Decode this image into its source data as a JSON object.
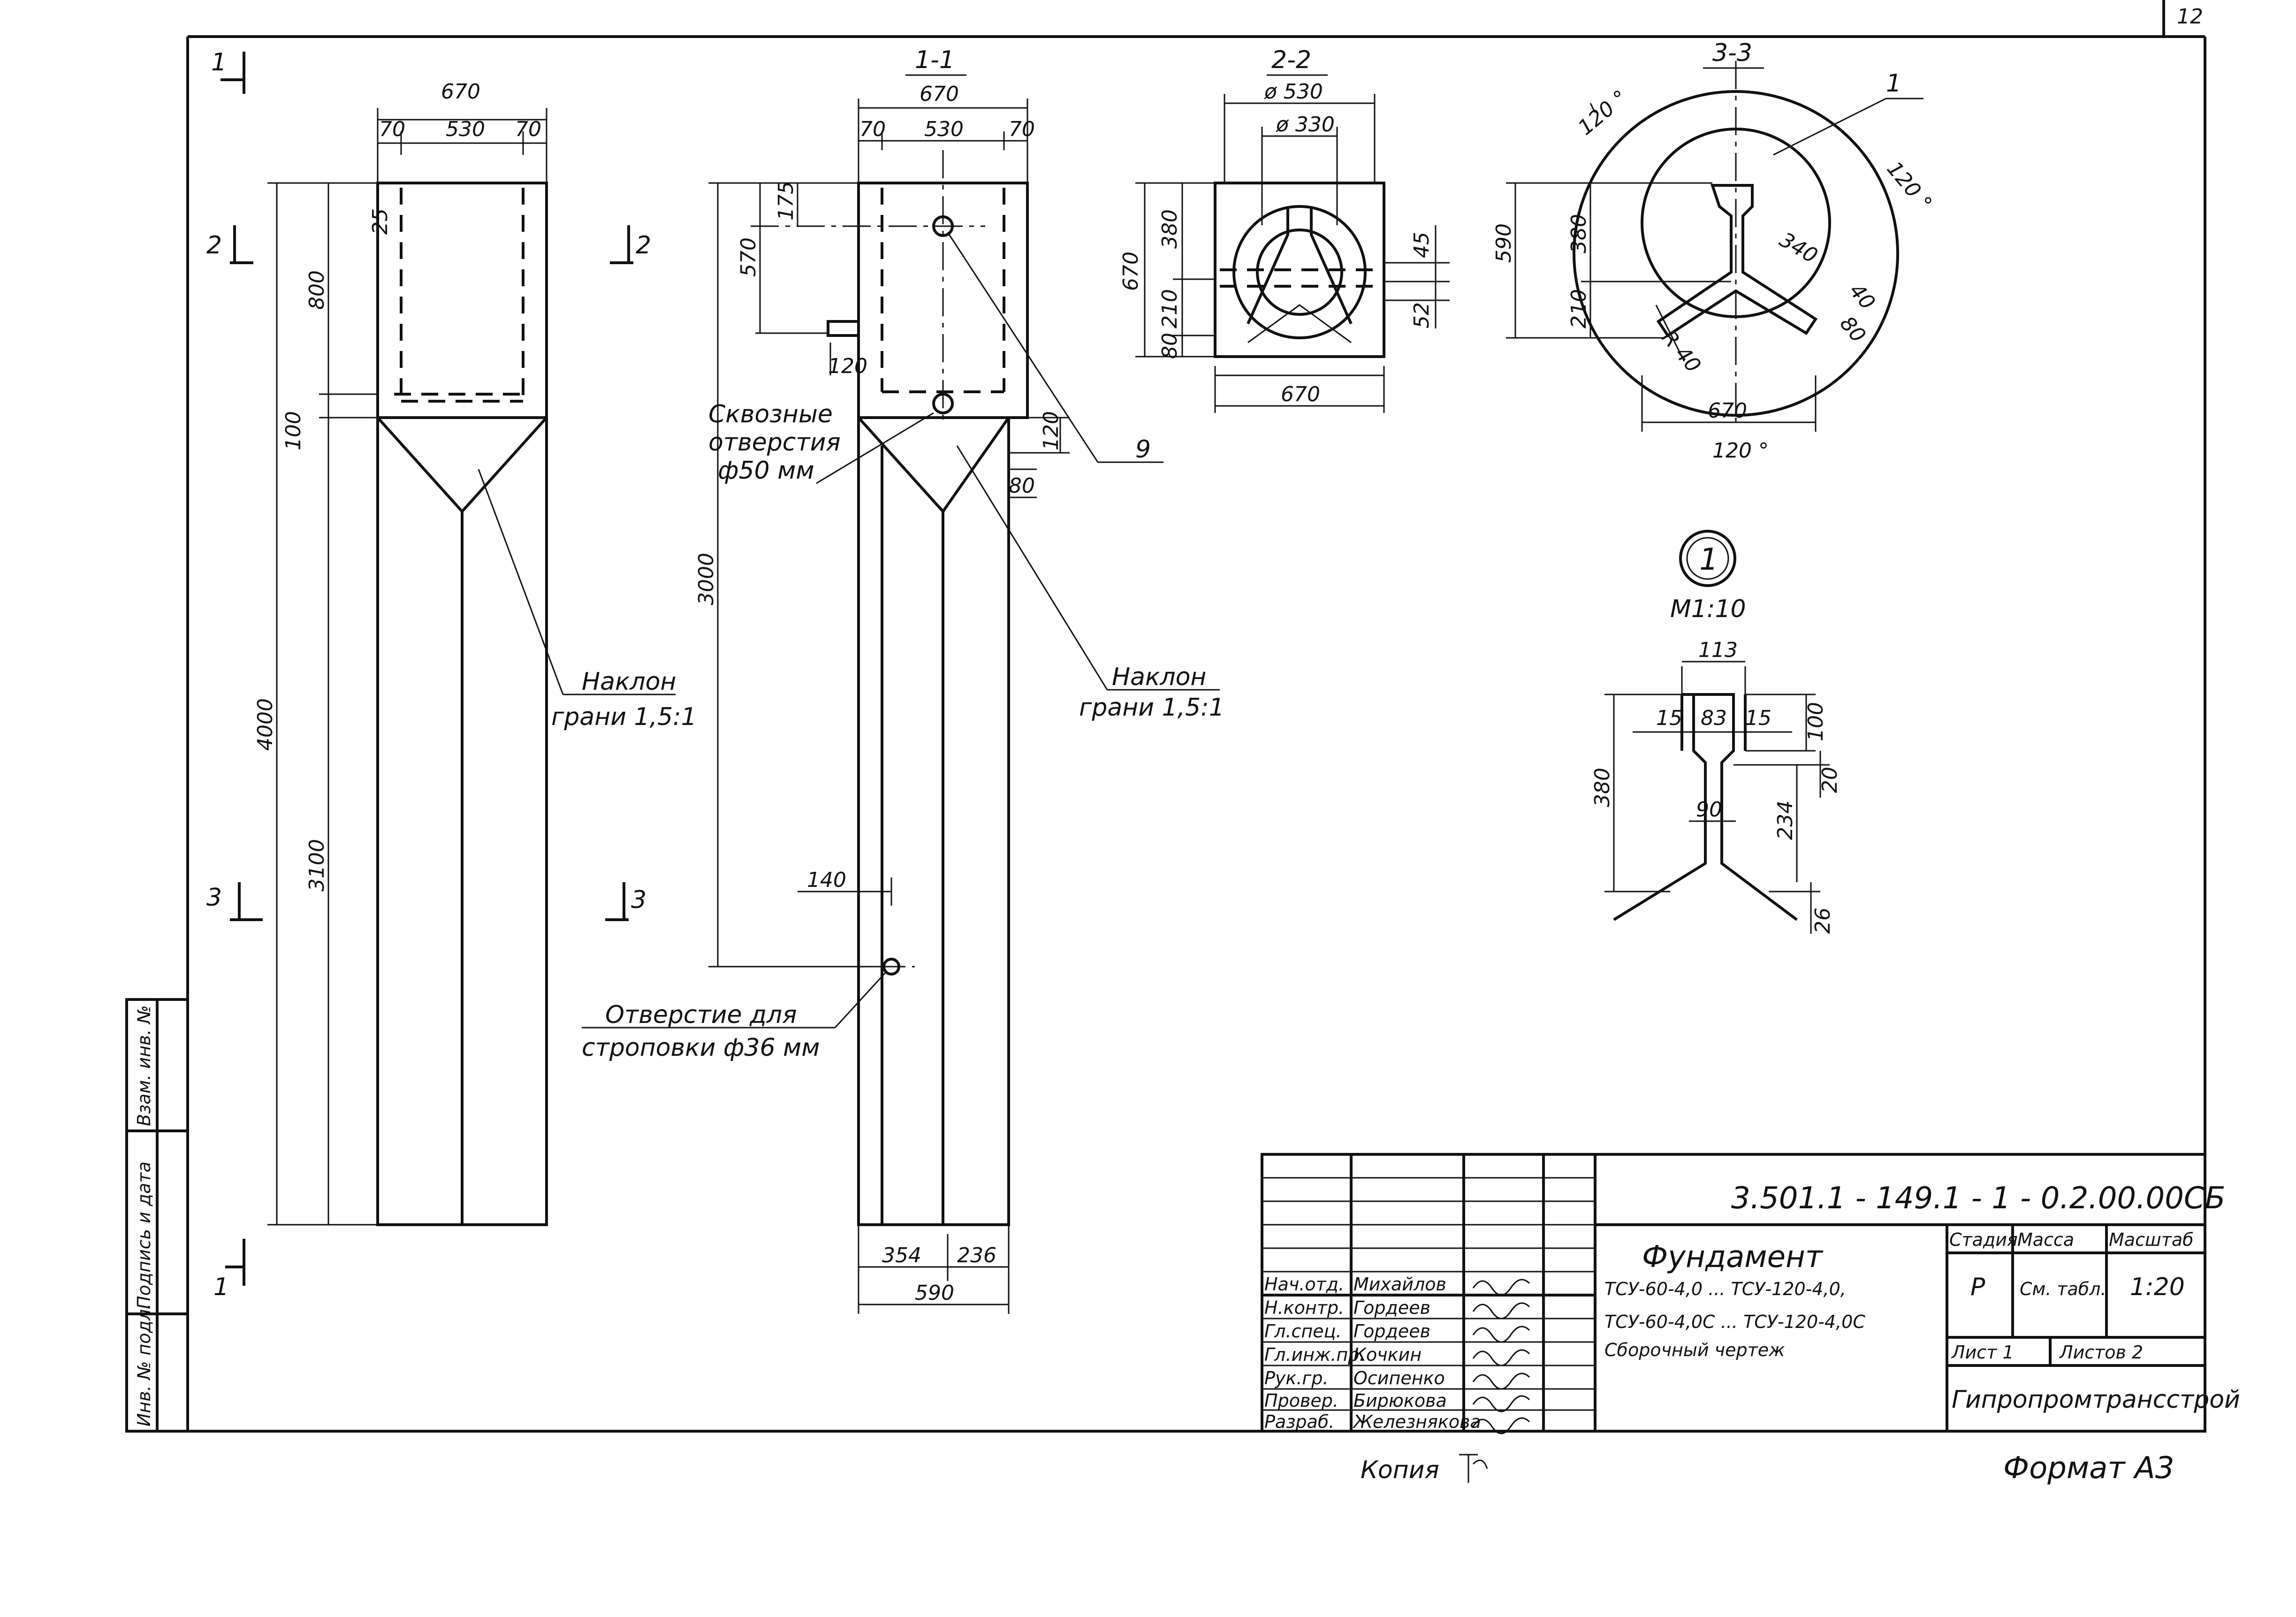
{
  "sheet_number": "12",
  "left_strip": [
    "Инв. № подл.",
    "Подпись и дата",
    "Взам. инв. №"
  ],
  "elevation": {
    "dims": {
      "width": "670",
      "inner": "530",
      "side_l": "70",
      "side_r": "70",
      "top_gap": "25",
      "h800": "800",
      "h100": "100",
      "h4000": "4000",
      "h3100": "3100"
    },
    "cut_markers": {
      "c1": "1",
      "c2": "2",
      "c3": "3",
      "c1b": "1"
    },
    "note": [
      "Наклон",
      "грани 1,5:1"
    ]
  },
  "section_1_1": {
    "title": "1-1",
    "dims": {
      "width": "670",
      "inner": "530",
      "side_l": "70",
      "side_r": "70",
      "d175": "175",
      "d570": "570",
      "d120": "120",
      "d3000": "3000",
      "r120": "120",
      "r80": "80",
      "d140": "140",
      "b354": "354",
      "b236": "236",
      "b590": "590"
    },
    "markers": {
      "c2": "2",
      "c3": "3"
    },
    "note_holes": [
      "Сквозные",
      "отверстия",
      "ф50 мм"
    ],
    "note_slope": [
      "Наклон",
      "грани 1,5:1"
    ],
    "note_sling": [
      "Отверстие для",
      "строповки ф36 мм"
    ],
    "callout_9": "9"
  },
  "section_2_2": {
    "title": "2-2",
    "dims": {
      "d530": "ø 530",
      "d330": "ø 330",
      "v380": "380",
      "v210": "210",
      "v80": "80",
      "v670": "670",
      "h670": "670",
      "r45": "45",
      "r52": "52"
    }
  },
  "section_3_3": {
    "title": "3-3",
    "dims": {
      "a120_1": "120 °",
      "a120_2": "120 °",
      "a120_3": "120 °",
      "v590": "590",
      "v380": "380",
      "v210": "210",
      "d340": "340",
      "d40": "40",
      "d80": "80",
      "r40": "R 40",
      "h670": "670"
    },
    "callout_1": "1"
  },
  "detail_1": {
    "label": "1",
    "scale": "М1:10",
    "dims": {
      "d113": "113",
      "d15l": "15",
      "d83": "83",
      "d15r": "15",
      "d100": "100",
      "d20": "20",
      "d234": "234",
      "d380": "380",
      "d90": "90",
      "d26": "26"
    }
  },
  "title_block": {
    "code": "3.501.1 - 149.1 - 1 - 0.2.00.00СБ",
    "product_lines": [
      "Фундамент",
      "ТСУ-60-4,0 ... ТСУ-120-4,0,",
      "ТСУ-60-4,0С ... ТСУ-120-4,0С",
      "Сборочный чертеж"
    ],
    "stage_hdr": "Стадия",
    "mass_hdr": "Масса",
    "scale_hdr": "Масштаб",
    "stage": "Р",
    "mass": "См. табл.",
    "scale": "1:20",
    "sheet": "Лист 1",
    "sheets": "Листов 2",
    "org": "Гипропромтрансстрой",
    "roles": [
      {
        "role": "Нач.отд.",
        "name": "Михайлов"
      },
      {
        "role": "Н.контр.",
        "name": "Гордеев"
      },
      {
        "role": "Гл.спец.",
        "name": "Гордеев"
      },
      {
        "role": "Гл.инж.пр.",
        "name": "Кочкин"
      },
      {
        "role": "Рук.гр.",
        "name": "Осипенко"
      },
      {
        "role": "Провер.",
        "name": "Бирюкова"
      },
      {
        "role": "Разраб.",
        "name": "Железнякова"
      }
    ]
  },
  "footer": {
    "copy": "Копия",
    "format": "Формат А3"
  }
}
